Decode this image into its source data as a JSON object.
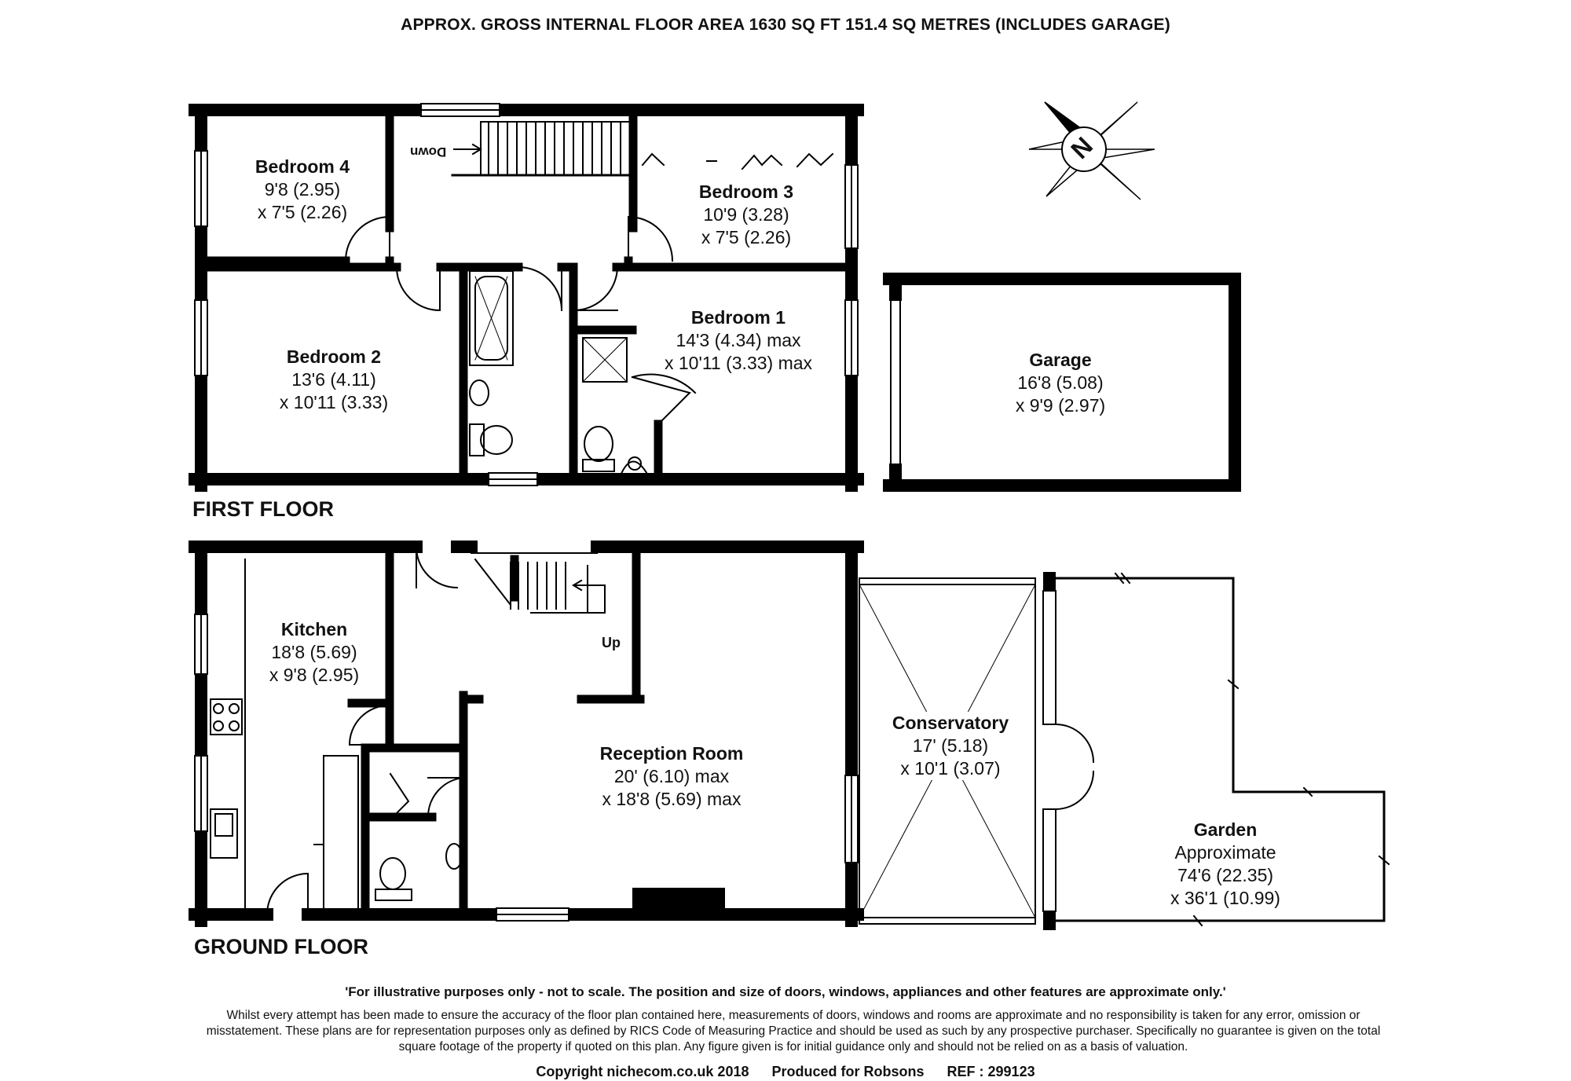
{
  "header": {
    "title": "APPROX. GROSS INTERNAL FLOOR AREA 1630 SQ FT 151.4 SQ METRES (INCLUDES GARAGE)"
  },
  "floors": {
    "first_floor": "FIRST FLOOR",
    "ground_floor": "GROUND FLOOR"
  },
  "compass": {
    "label": "N"
  },
  "stairs": {
    "down": "Down",
    "up": "Up"
  },
  "rooms": {
    "bedroom4": {
      "name": "Bedroom 4",
      "dim1": "9'8 (2.95)",
      "dim2": "x 7'5 (2.26)"
    },
    "bedroom3": {
      "name": "Bedroom 3",
      "dim1": "10'9 (3.28)",
      "dim2": "x 7'5 (2.26)"
    },
    "bedroom2": {
      "name": "Bedroom 2",
      "dim1": "13'6 (4.11)",
      "dim2": "x 10'11 (3.33)"
    },
    "bedroom1": {
      "name": "Bedroom 1",
      "dim1": "14'3 (4.34) max",
      "dim2": "x 10'11 (3.33) max"
    },
    "garage": {
      "name": "Garage",
      "dim1": "16'8 (5.08)",
      "dim2": "x 9'9 (2.97)"
    },
    "kitchen": {
      "name": "Kitchen",
      "dim1": "18'8 (5.69)",
      "dim2": "x 9'8 (2.95)"
    },
    "reception": {
      "name": "Reception Room",
      "dim1": "20' (6.10) max",
      "dim2": "x 18'8 (5.69) max"
    },
    "conservatory": {
      "name": "Conservatory",
      "dim1": "17' (5.18)",
      "dim2": "x 10'1 (3.07)"
    },
    "garden": {
      "name": "Garden",
      "dim0": "Approximate",
      "dim1": "74'6 (22.35)",
      "dim2": "x 36'1 (10.99)"
    }
  },
  "notes": {
    "illustrative": "'For illustrative purposes only - not to scale.  The position and size of doors, windows, appliances and other features are approximate only.'",
    "disclaimer": "Whilst every attempt has been made to ensure the accuracy of the floor plan contained here, measurements of doors, windows and rooms are approximate and no responsibility is taken for any error, omission or misstatement. These plans are for representation purposes only as defined by RICS Code of Measuring Practice and should be used as such by any prospective purchaser. Specifically no guarantee is given on the total square footage of the property if quoted on this plan. Any figure given is for initial guidance only and should not be relied on as a basis of valuation."
  },
  "footer": {
    "copyright": "Copyright nichecom.co.uk 2018",
    "produced": "Produced for Robsons",
    "ref": "REF : 299123"
  }
}
